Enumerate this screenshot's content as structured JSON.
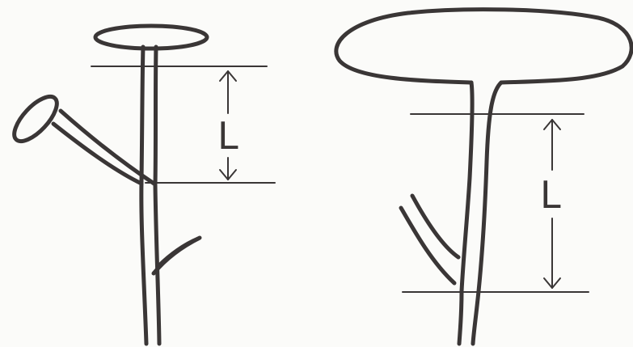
{
  "figures": [
    {
      "id": "left",
      "dimension_label": "L"
    },
    {
      "id": "right",
      "dimension_label": "L"
    }
  ],
  "colors": {
    "ink": "#3a3636",
    "paper": "#fbfbf9"
  }
}
